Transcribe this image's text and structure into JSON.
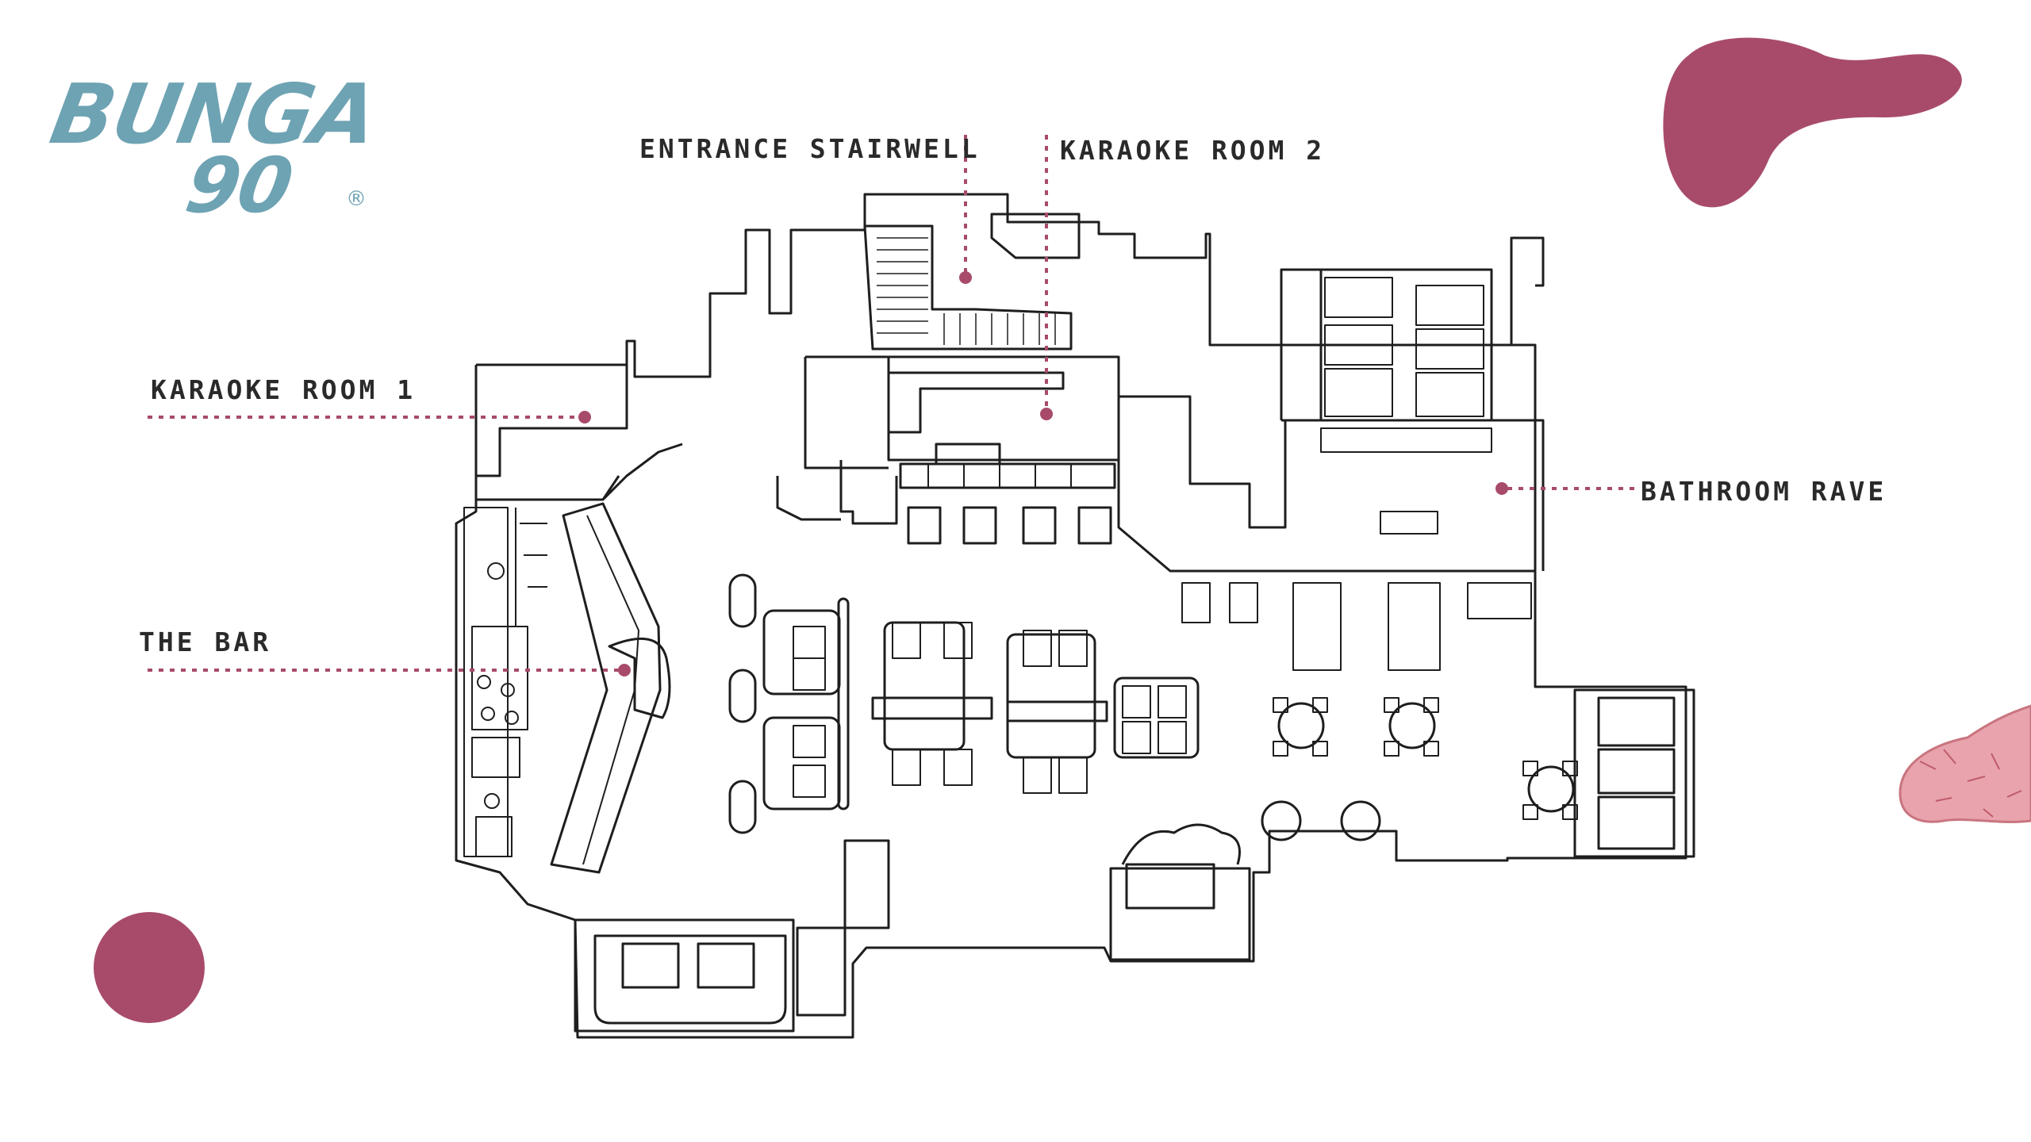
{
  "brand": {
    "line1": "BUNGA",
    "line2": "90",
    "registered": "®",
    "color": "#6ea3b3"
  },
  "labels": {
    "entrance_stairwell": "ENTRANCE STAIRWELL",
    "karaoke_room_2": "KARAOKE ROOM 2",
    "karaoke_room_1": "KARAOKE ROOM 1",
    "bathroom_rave": "BATHROOM RAVE",
    "the_bar": "THE BAR"
  },
  "colors": {
    "accent": "#a84b6b",
    "line": "#1e1e1e",
    "text": "#2a2a2a"
  }
}
